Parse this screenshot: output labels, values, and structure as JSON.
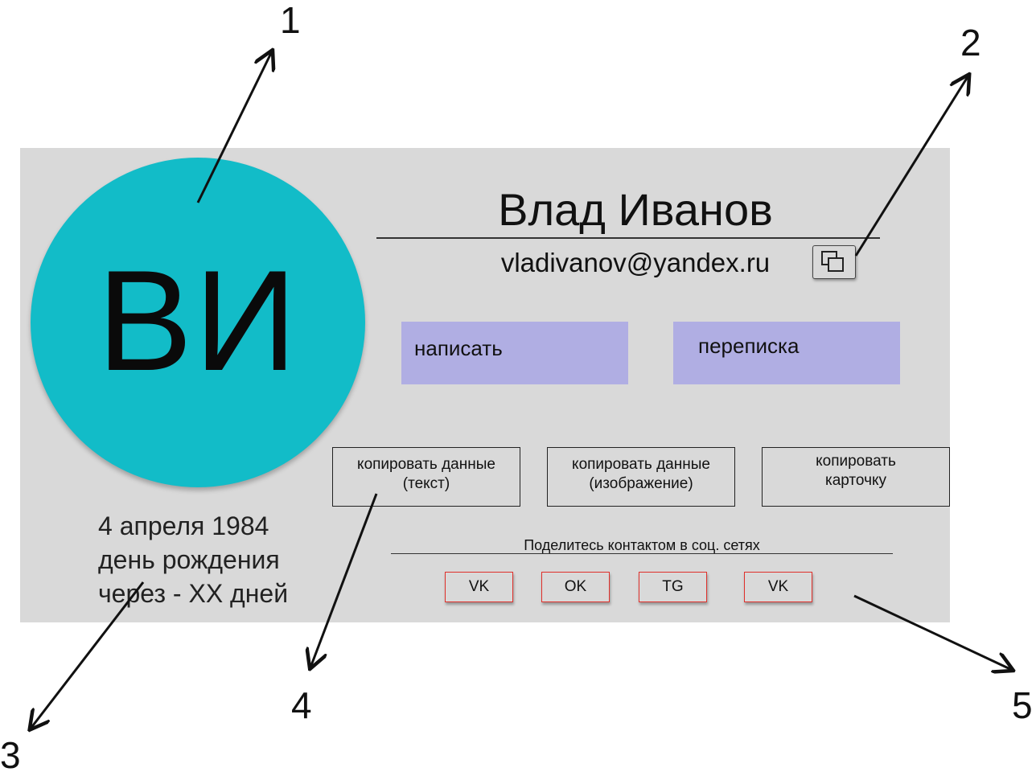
{
  "profile": {
    "initials": "ВИ",
    "name": "Влад Иванов",
    "email": "vladivanov@yandex.ru",
    "birth_date": "4 апреля 1984",
    "birthday_line1": "день рождения",
    "birthday_line2": "через - XX дней"
  },
  "actions": {
    "write_label": "написать",
    "chat_label": "переписка"
  },
  "copy_buttons": {
    "text_line1": "копировать данные",
    "text_line2": "(текст)",
    "image_line1": "копировать данные",
    "image_line2": "(изображение)",
    "card_line1": "копировать",
    "card_line2": "карточку"
  },
  "share": {
    "label": "Поделитесь контактом в соц. сетях",
    "networks": [
      "VK",
      "OK",
      "TG",
      "VK"
    ]
  },
  "callouts": [
    "1",
    "2",
    "3",
    "4",
    "5"
  ],
  "icons": {
    "copy_email": "copy-icon"
  },
  "colors": {
    "card_background": "#d9d9d9",
    "avatar": "#12bcc8",
    "action_button": "#b0aee3",
    "social_border": "#e0302b"
  }
}
